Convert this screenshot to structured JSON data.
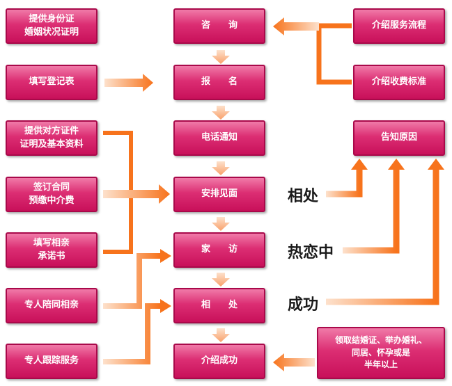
{
  "left_column": [
    {
      "label": "提供身份证\n婚姻状况证明"
    },
    {
      "label": "填写登记表"
    },
    {
      "label": "提供对方证件\n证明及基本资料"
    },
    {
      "label": "签订合同\n预缴中介费"
    },
    {
      "label": "填写相亲\n承诺书"
    },
    {
      "label": "专人陪同相亲"
    },
    {
      "label": "专人跟踪服务"
    }
  ],
  "center_column": [
    {
      "label": "咨　　询"
    },
    {
      "label": "报　　名"
    },
    {
      "label": "电话通知"
    },
    {
      "label": "安排见面"
    },
    {
      "label": "家　　访"
    },
    {
      "label": "相　　处"
    },
    {
      "label": "介绍成功"
    }
  ],
  "right_column": {
    "service_process": "介绍服务流程",
    "fee_standard": "介绍收费标准",
    "inform_reason": "告知原因",
    "outcome": "领取结婚证、举办婚礼、\n同居、怀孕或是\n半年以上"
  },
  "stage_labels": {
    "getting_along": "相处",
    "in_love": "热恋中",
    "success": "成功"
  },
  "colors": {
    "box_fill": "#dc2e73",
    "arrow": "#f7731c",
    "arrow_light": "#fbb889"
  }
}
